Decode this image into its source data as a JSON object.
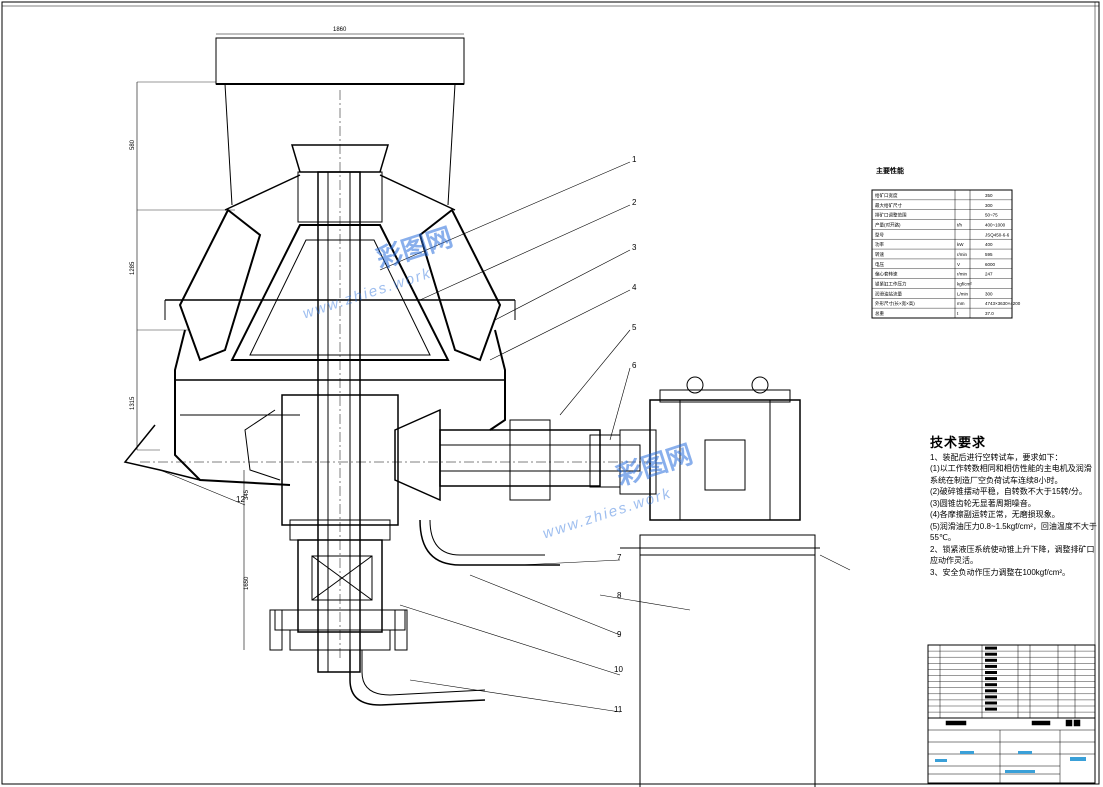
{
  "tech_requirements": {
    "title": "技术要求",
    "lines": [
      "1、装配后进行空转试车，要求如下：",
      "(1)以工作转数相同和相仿性能的主电机及润滑",
      "系统在制造厂空负荷试车连续8小时。",
      "(2)破碎锥摆动平稳，自转数不大于15转/分。",
      "(3)圆锥齿轮无显著周期噪音。",
      "(4)各摩擦副运转正常，无磨损现象。",
      "(5)润滑油压力0.8~1.5kgf/cm²，回油温度不大于",
      "55℃。",
      "2、锁紧液压系统使动锥上升下降，调整排矿口",
      "应动作灵活。",
      "3、安全负动作压力调整在100kgf/cm²。"
    ]
  },
  "spec_table": {
    "title": "主要性能",
    "rows": [
      [
        "给矿口宽度",
        "",
        "350"
      ],
      [
        "最大给矿尺寸",
        "",
        "300"
      ],
      [
        "排矿口调整范围",
        "",
        "50~75"
      ],
      [
        "产量(对开路)",
        "t/h",
        "400~1000"
      ],
      [
        "型号",
        "",
        "JSQ450-6-6"
      ],
      [
        "功率",
        "kW",
        "400"
      ],
      [
        "转速",
        "r/min",
        "595"
      ],
      [
        "电压",
        "V",
        "6000"
      ],
      [
        "偏心套转速",
        "r/min",
        "247"
      ],
      [
        "锁紧缸工作压力",
        "kgf/cm²",
        ""
      ],
      [
        "润滑油站流量",
        "L/min",
        "300"
      ],
      [
        "外形尺寸(长×宽×高)",
        "mm",
        "4743×3630×4200"
      ],
      [
        "总重",
        "t",
        "37.0"
      ]
    ]
  },
  "part_numbers": [
    "1",
    "2",
    "3",
    "4",
    "5",
    "6",
    "7",
    "8",
    "9",
    "10",
    "11",
    "12"
  ],
  "dimensions": [
    "1860",
    "580",
    "1285",
    "1315",
    "345",
    "1650"
  ],
  "watermark": {
    "cn": "彩图网",
    "url": "www.zhies.work"
  },
  "colors": {
    "line": "#000000",
    "watermark": "#2a6fdc"
  }
}
